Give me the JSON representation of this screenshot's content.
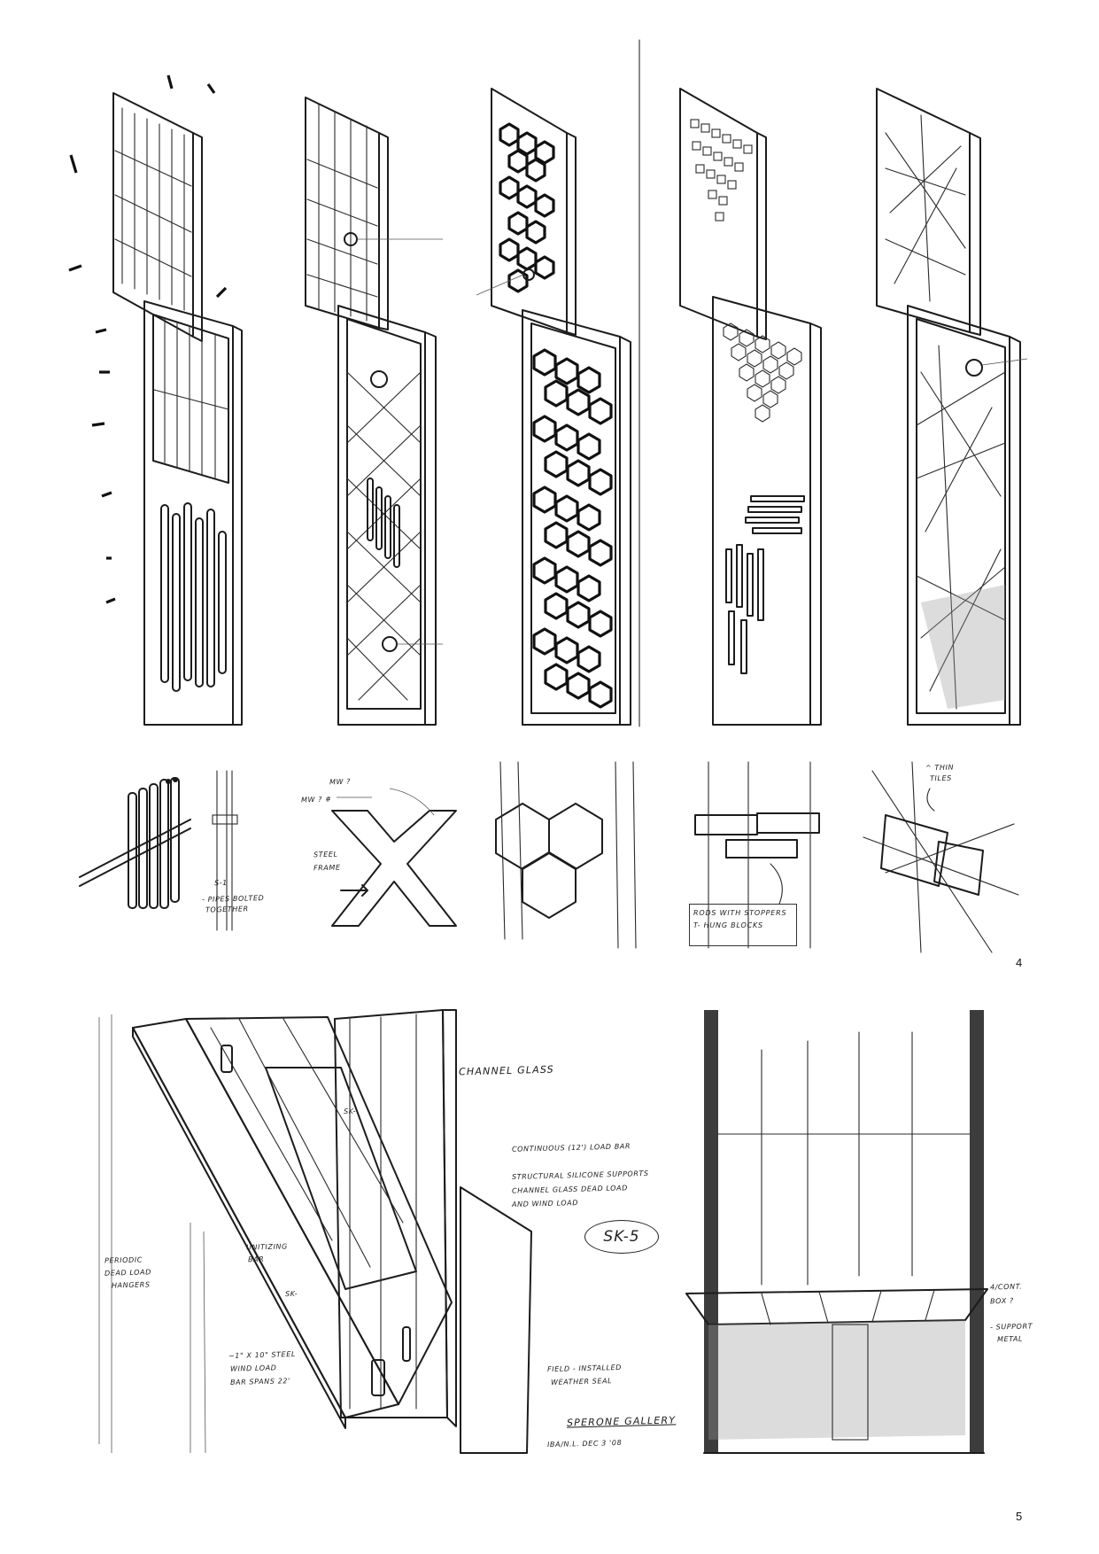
{
  "page_numbers": {
    "upper": "4",
    "lower": "5"
  },
  "detail_notes": {
    "mw_top": "MW ?",
    "mw_side": "MW ? #",
    "steel_frame_1": "STEEL",
    "steel_frame_2": "FRAME",
    "box_note_1": "RODS WITH STOPPERS",
    "box_note_2": "T- HUNG BLOCKS",
    "thin_tiles_1": "^ THIN",
    "thin_tiles_2": "TILES",
    "small_note_a": "- PIPES BOLTED",
    "small_note_b": "TOGETHER",
    "small_note_c": "S-1"
  },
  "section_sketch": {
    "channel_glass": "CHANNEL GLASS",
    "load_bar": "CONTINUOUS (12') LOAD BAR",
    "silicone_1": "STRUCTURAL SILICONE SUPPORTS",
    "silicone_2": "CHANNEL GLASS DEAD LOAD",
    "silicone_3": "AND WIND LOAD",
    "periodic_1": "PERIODIC",
    "periodic_2": "DEAD LOAD",
    "periodic_3": "HANGERS",
    "unitizing_1": "UNITIZING",
    "unitizing_2": "BAR",
    "wind_1": "~1\" X 10\" STEEL",
    "wind_2": "WIND LOAD",
    "wind_3": "BAR SPANS 22'",
    "field_1": "FIELD - INSTALLED",
    "field_2": "WEATHER SEAL",
    "sk_a": "SK-",
    "sk_b": "SK-",
    "sk_tag": "SK-5",
    "title": "SPERONE GALLERY",
    "signature": "IBA/N.L. DEC 3 '08"
  },
  "perspective_notes": {
    "right_1": "4/CONT.",
    "right_2": "BOX ?",
    "right_3": "- SUPPORT",
    "right_4": "METAL"
  }
}
